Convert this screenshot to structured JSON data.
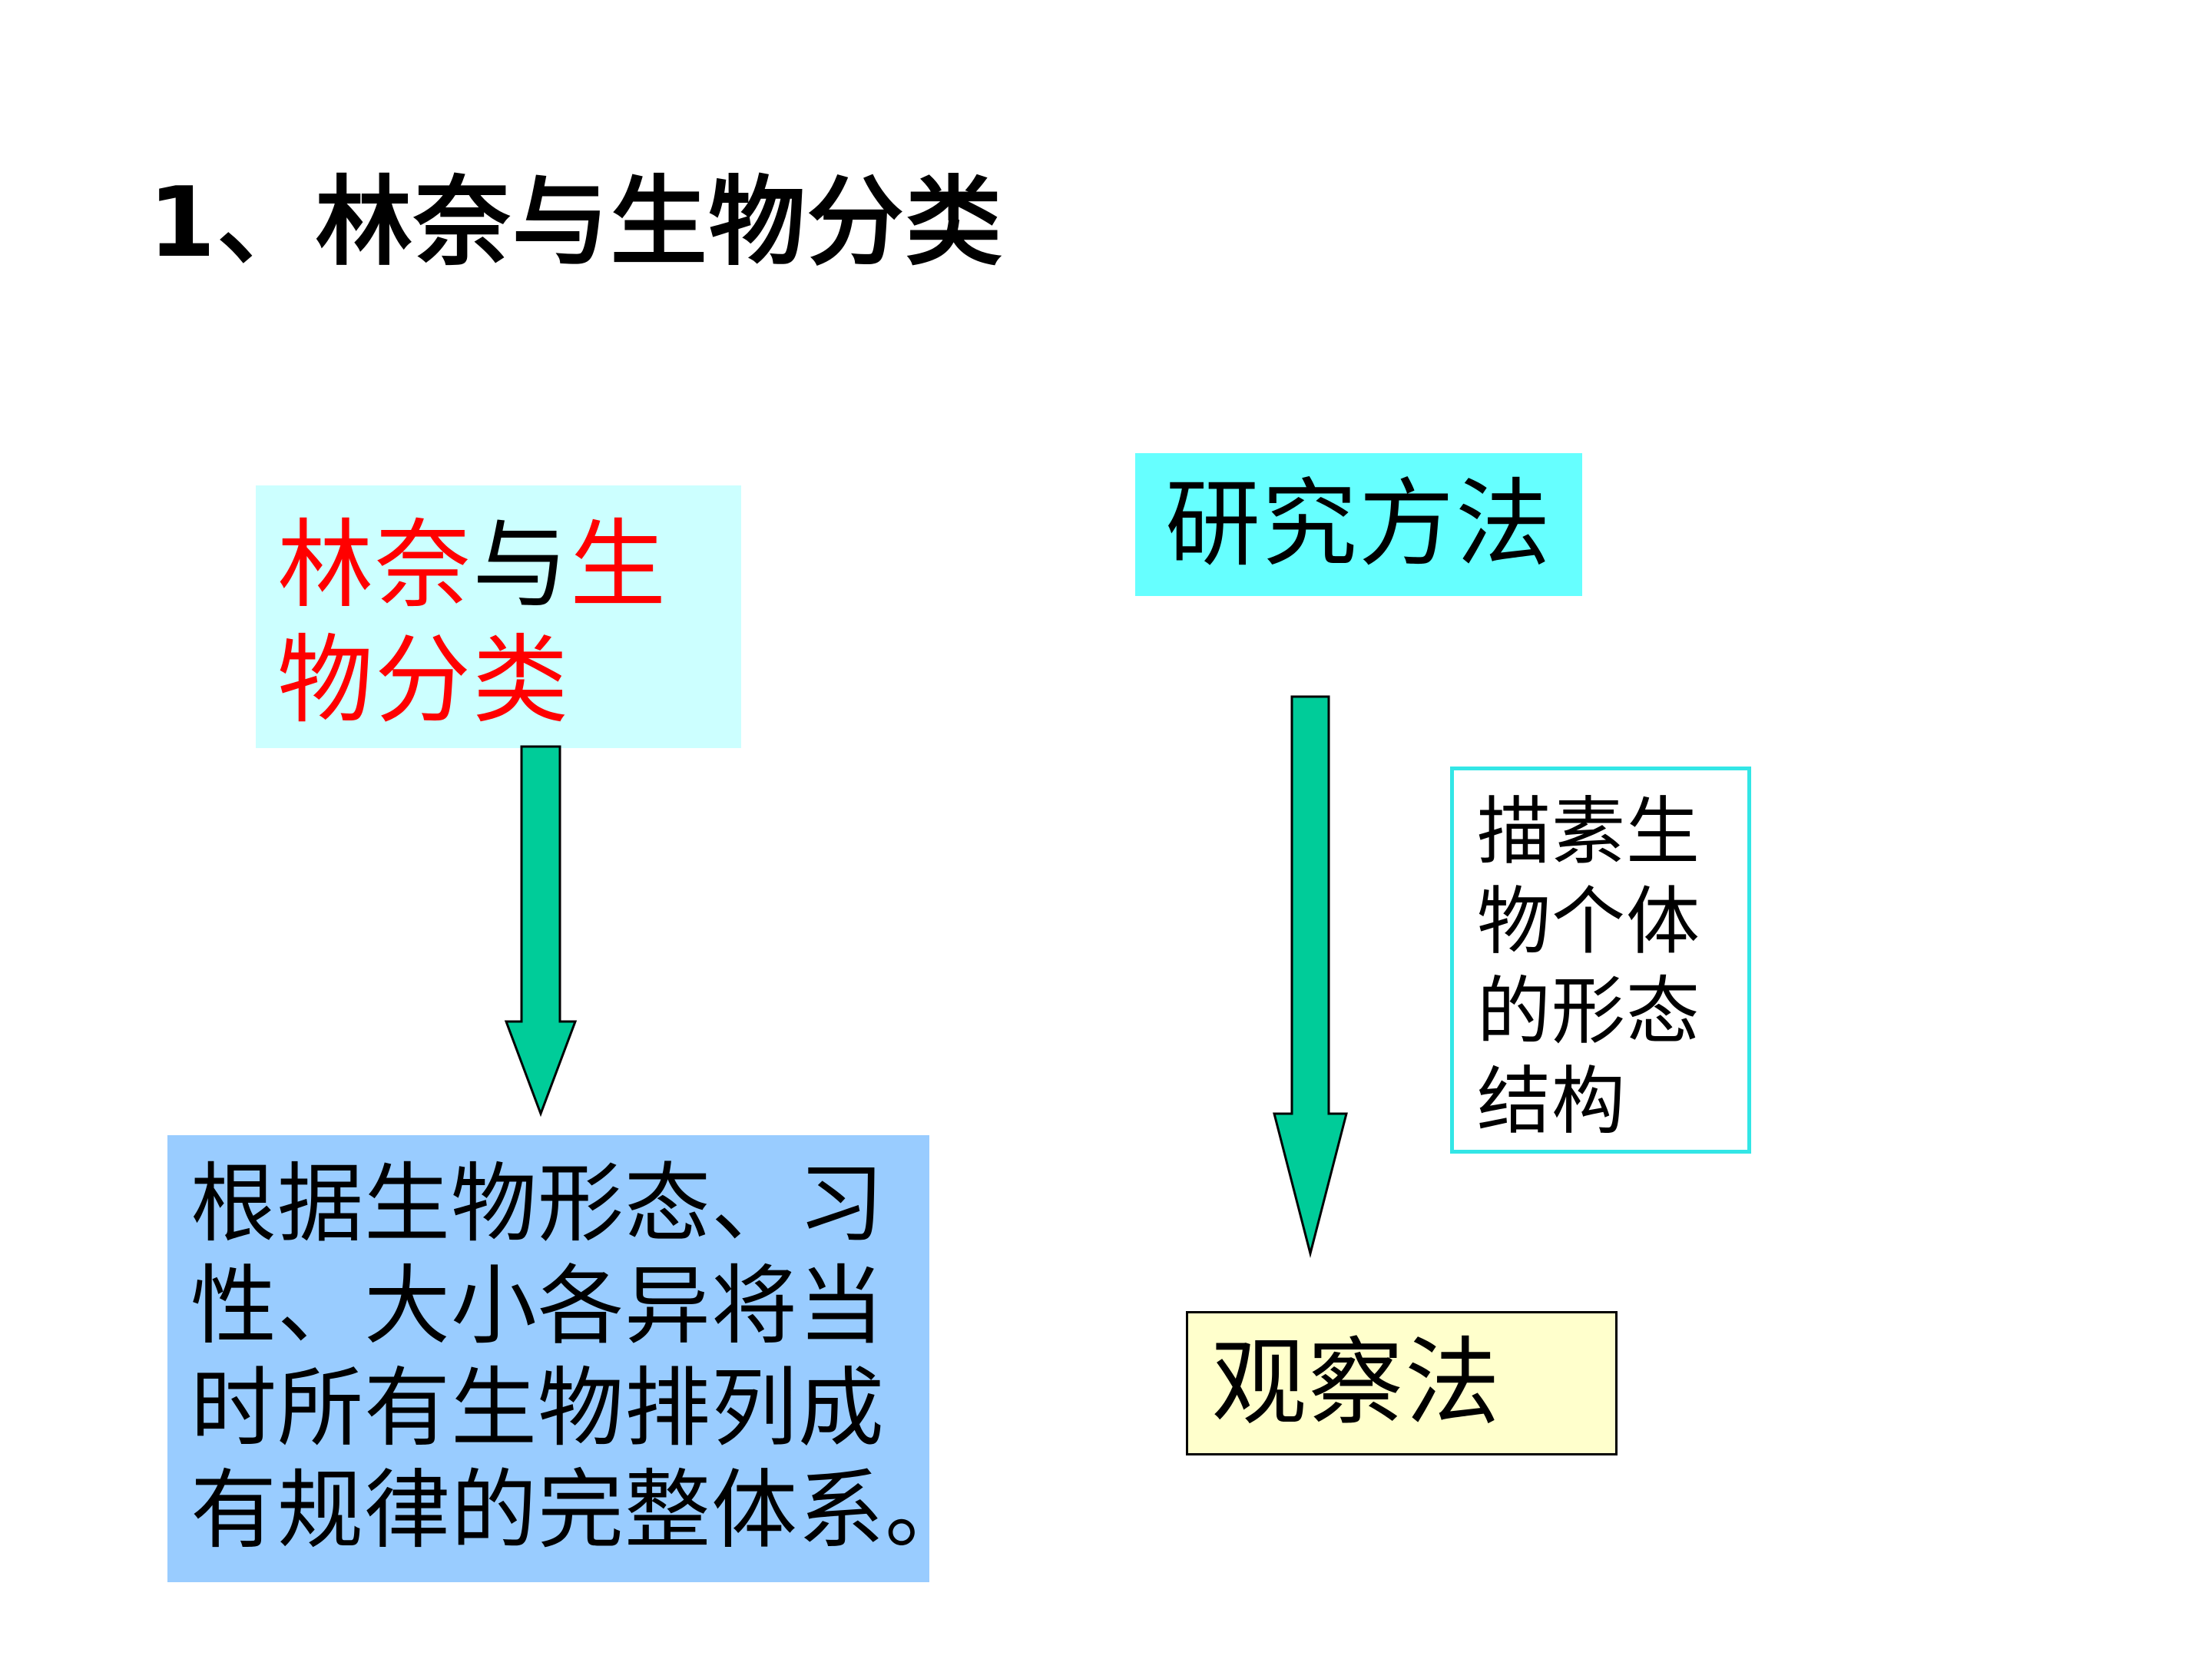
{
  "title": "1、林奈与生物分类",
  "linnaeus_box": {
    "line1_part1": "林奈",
    "line1_part2": "与",
    "line1_part3": "生",
    "line2": "物分类"
  },
  "method_box": {
    "label": "研究方法"
  },
  "desc_box": {
    "lines": [
      "描素生",
      "物个体",
      "的形态",
      "结构"
    ]
  },
  "result_box": {
    "lines": [
      "根据生物形态、习",
      "性、大小各异将当",
      "时所有生物排列成",
      "有规律的完整体系。"
    ]
  },
  "observe_box": {
    "label": "观察法"
  },
  "colors": {
    "arrow_fill": "#00cc99",
    "red_text": "#ff0000",
    "linnaeus_bg": "#ccffff",
    "method_bg": "#66ffff",
    "result_bg": "#99ccff",
    "observe_bg": "#ffffcc",
    "desc_border": "#33e6e6"
  }
}
